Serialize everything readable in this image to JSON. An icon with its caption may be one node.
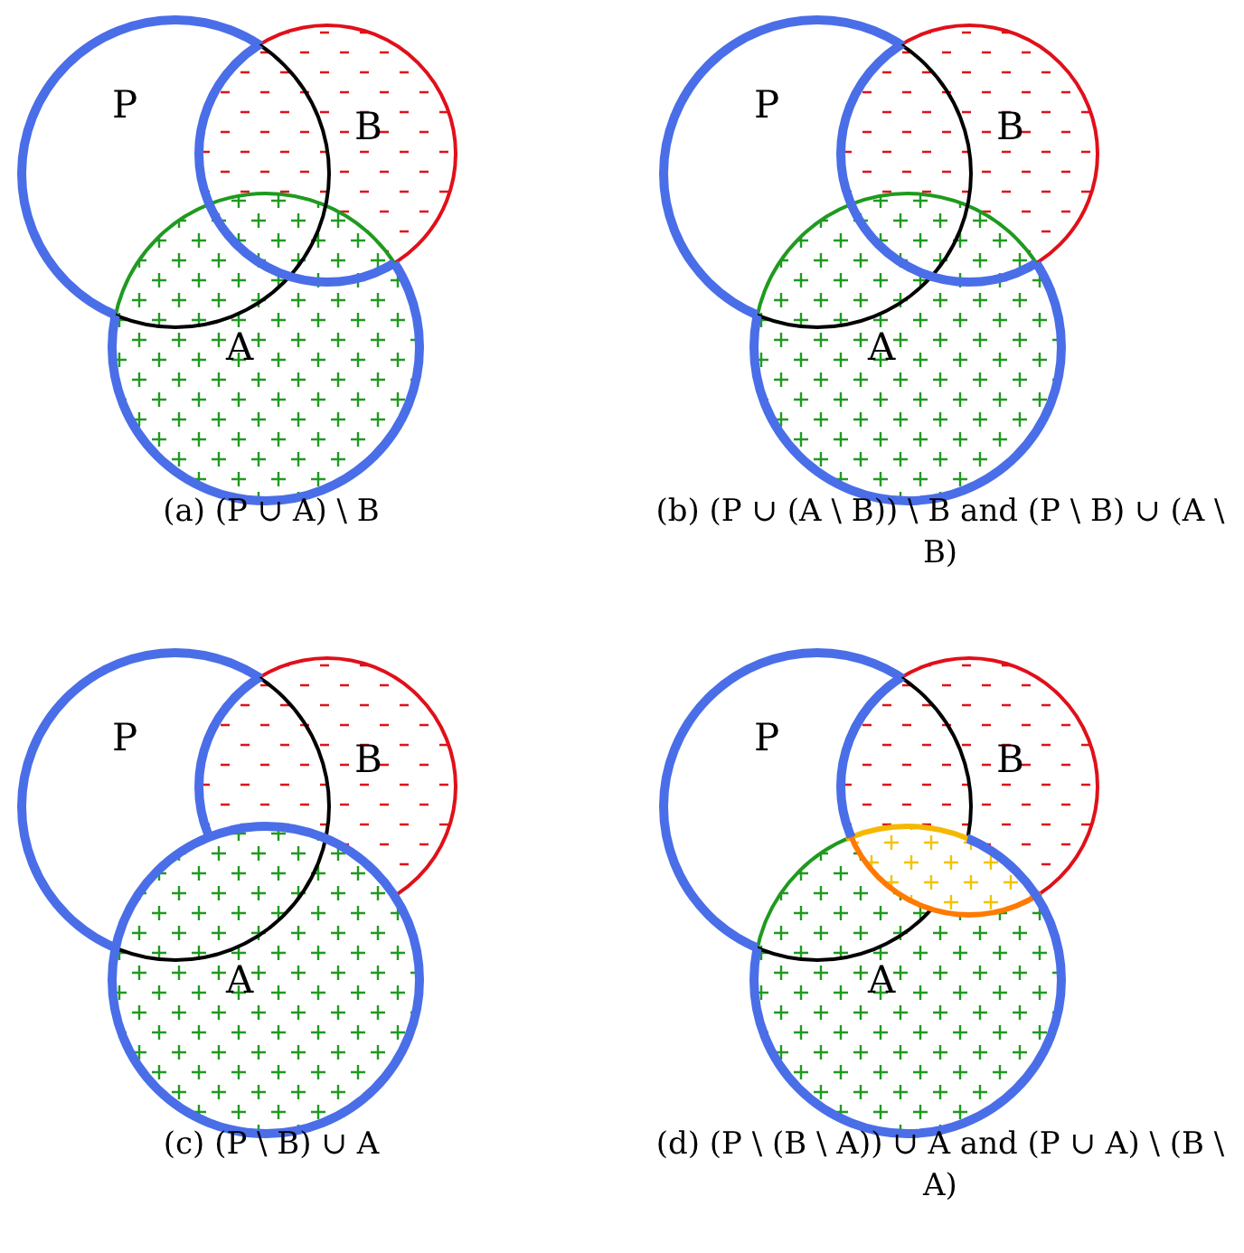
{
  "diagram": {
    "nodes": [
      {
        "text": [
          "P"
        ]
      },
      {
        "text": [
          "B"
        ]
      },
      {
        "text": [
          "A"
        ]
      },
      {
        "text": [
          "P"
        ]
      },
      {
        "text": [
          "B"
        ]
      },
      {
        "text": [
          "A"
        ]
      },
      {
        "text": [
          "P"
        ]
      },
      {
        "text": [
          "B"
        ]
      },
      {
        "text": [
          "A"
        ]
      },
      {
        "text": [
          "P"
        ]
      },
      {
        "text": [
          "B"
        ]
      },
      {
        "text": [
          "A"
        ]
      }
    ],
    "edges": [],
    "labels": [
      "(a) (P ∪ A) \\ B",
      "(b) (P ∪ (A \\ B)) \\ B and (P \\ B) ∪ (A \\ B)",
      "(c) (P \\ B) ∪ A",
      "(d) (P \\ (B \\ A)) ∪ A and (P ∪ A) \\ (B \\ A)"
    ]
  }
}
